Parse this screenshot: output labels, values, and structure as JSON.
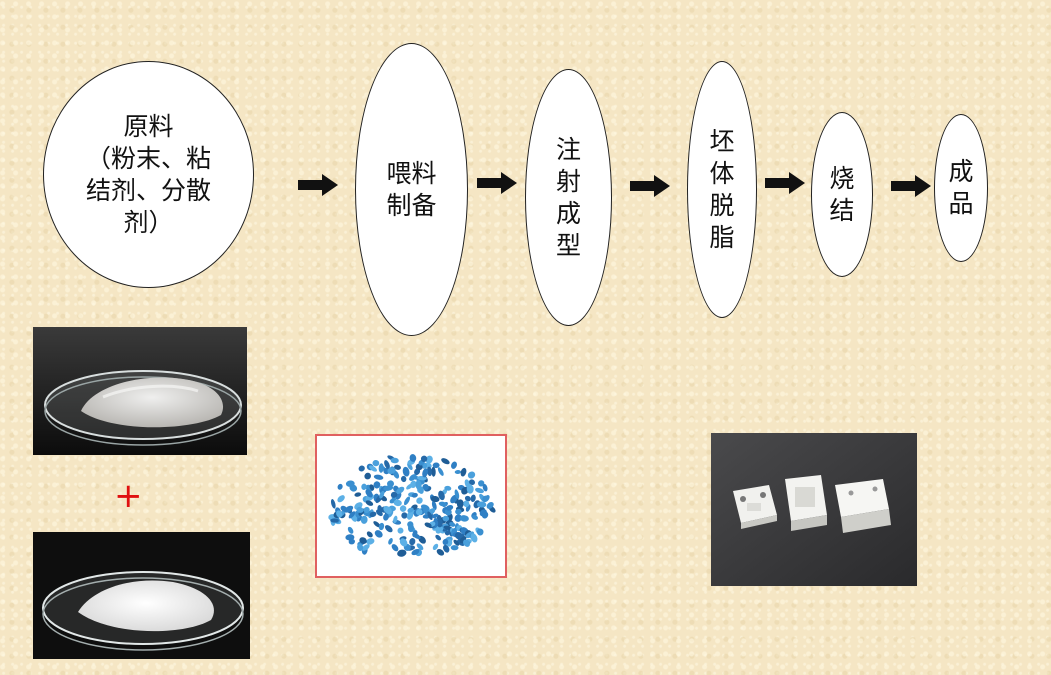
{
  "flow": {
    "steps": [
      {
        "label": "原料\n（粉末、粘\n结剂、分散\n剂）"
      },
      {
        "label": "喂料\n制备"
      },
      {
        "label": "注\n射\n成\n型"
      },
      {
        "label": "坯\n体\n脱\n脂"
      },
      {
        "label": "烧\n结"
      },
      {
        "label": "成\n品"
      }
    ]
  },
  "plus_sign": "+",
  "colors": {
    "background": "#f5e6c4",
    "plus": "#e01010",
    "pellet": "#3a8fd0",
    "frame": "#e06060"
  },
  "images": [
    {
      "name": "powder-dish-photo",
      "depicts": "grey powder in glass petri dish"
    },
    {
      "name": "binder-dish-photo",
      "depicts": "white powder in glass petri dish"
    },
    {
      "name": "feedstock-pellets-photo",
      "depicts": "blue feedstock pellets"
    },
    {
      "name": "ceramic-parts-photo",
      "depicts": "white sintered ceramic parts"
    }
  ]
}
